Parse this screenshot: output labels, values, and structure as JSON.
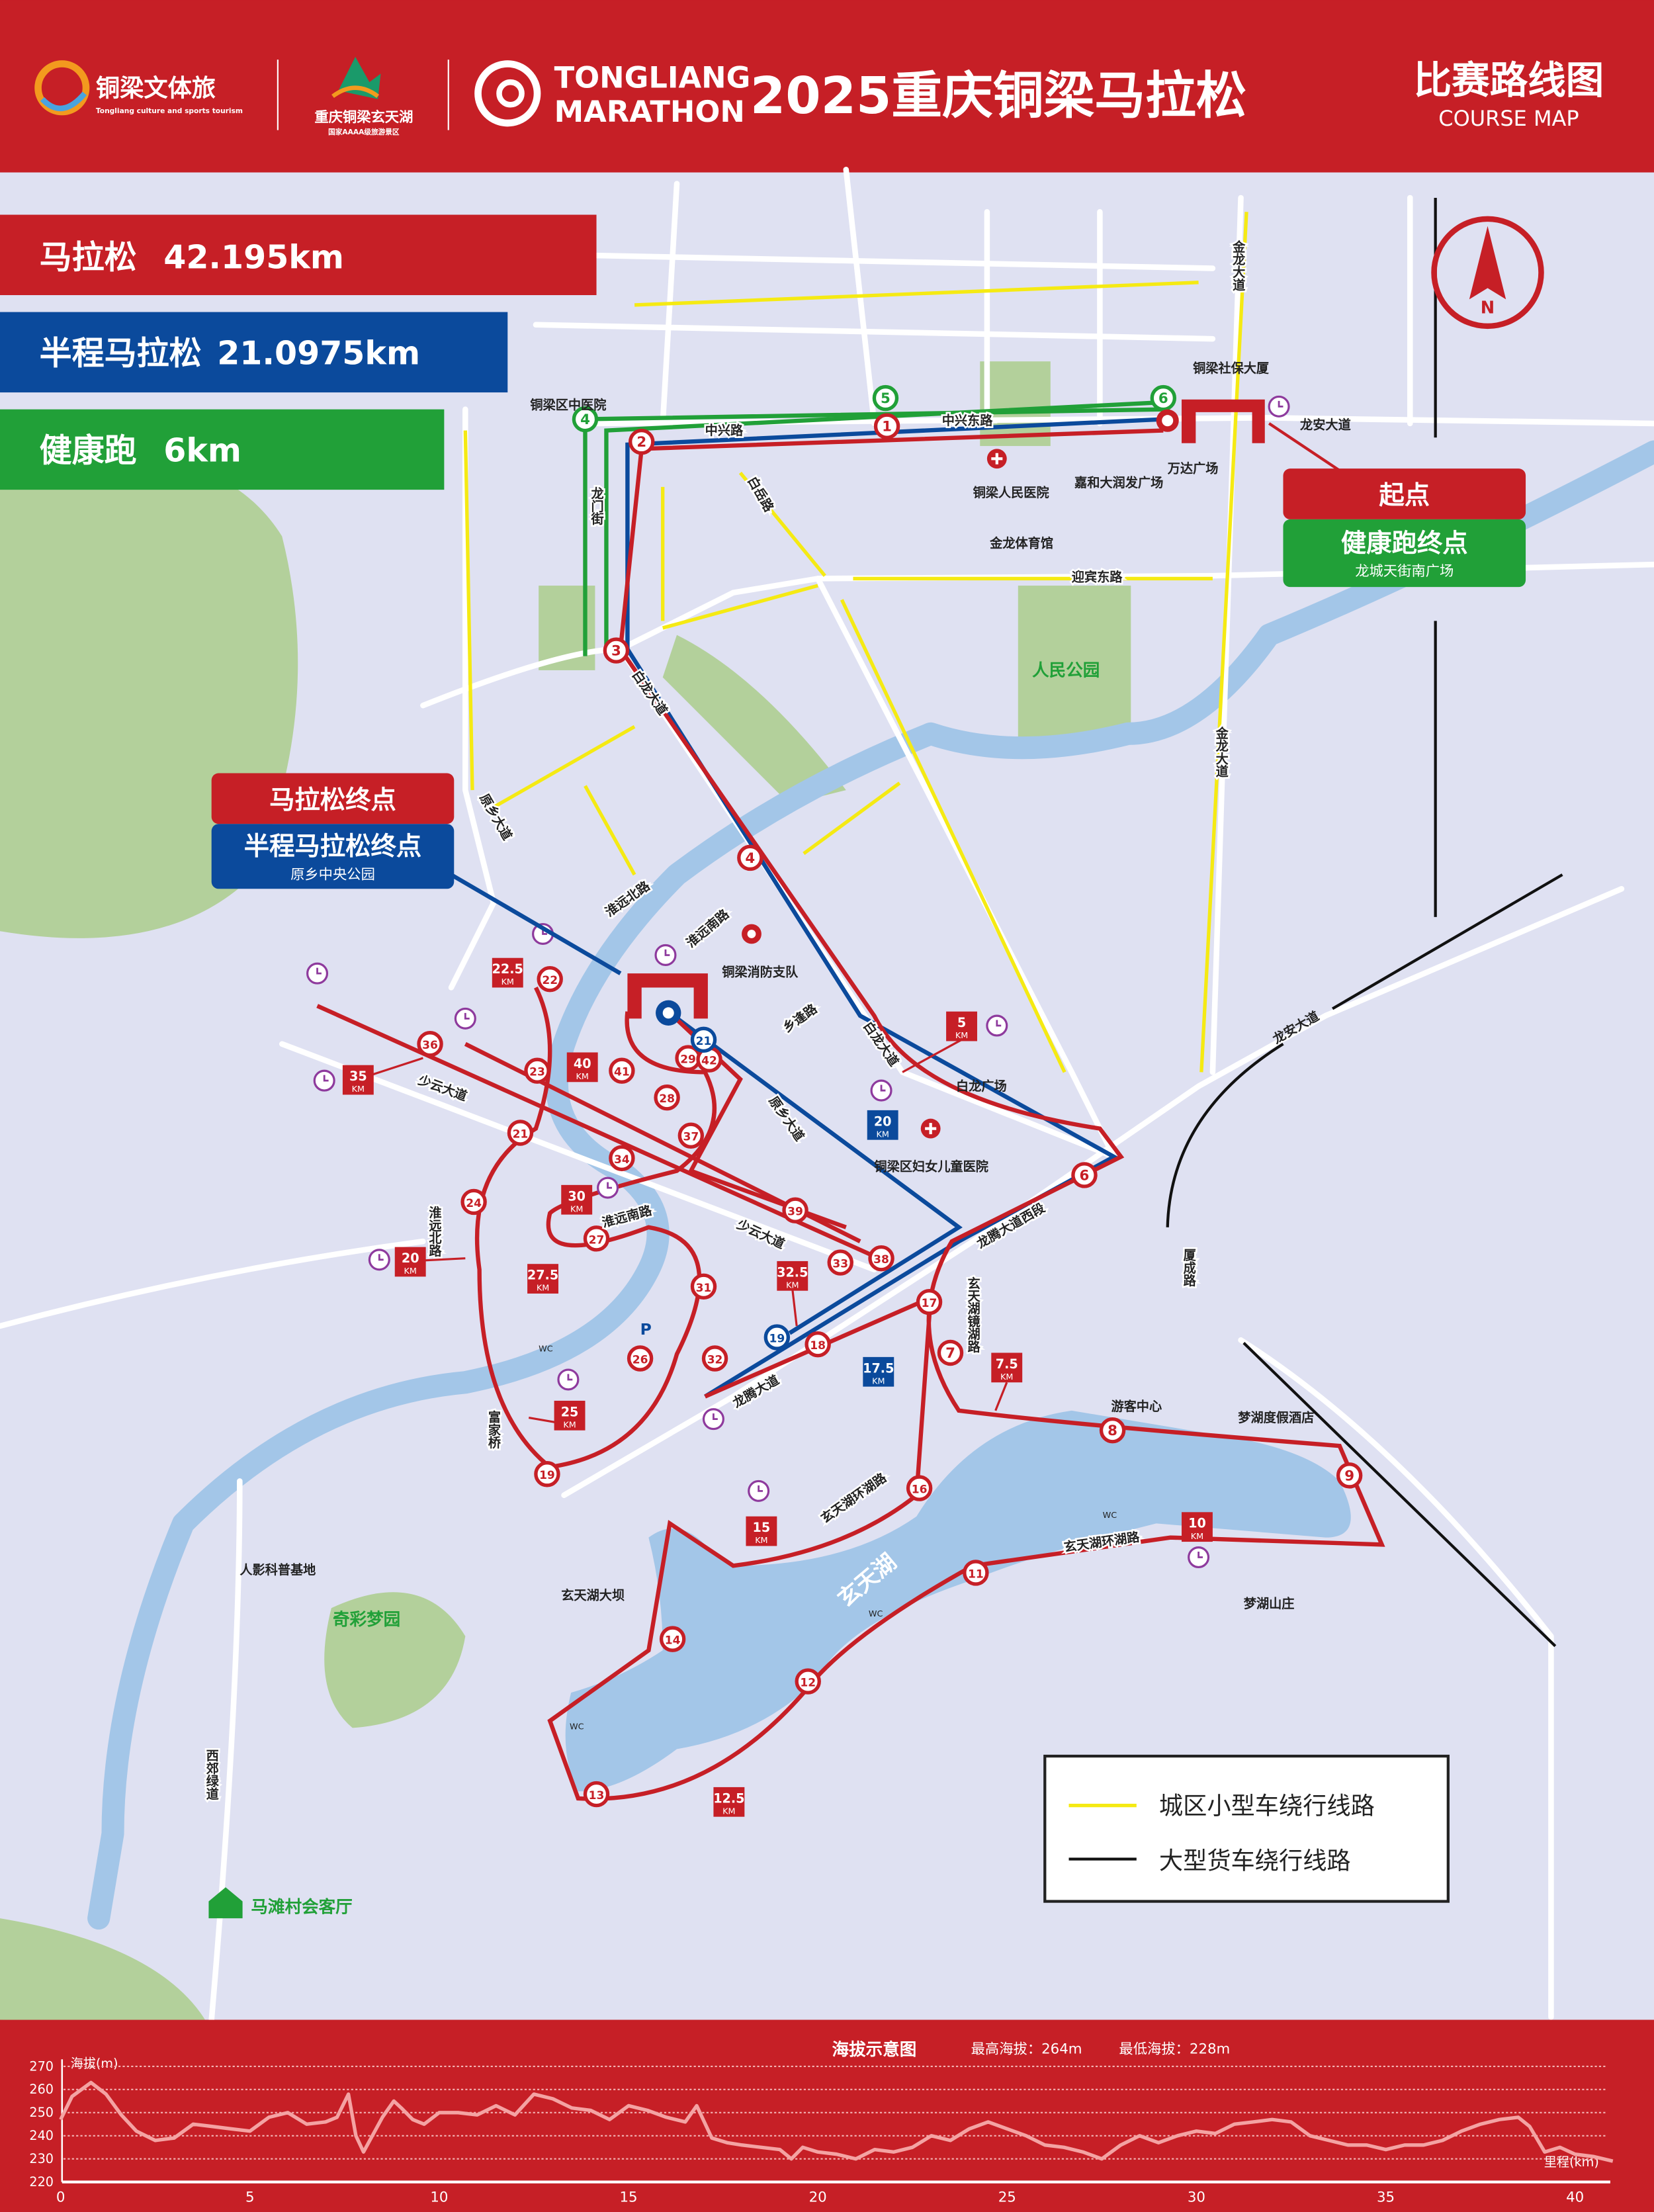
{
  "header": {
    "logo1_text": "铜梁文体旅",
    "logo1_sub": "Tongliang culture and sports tourism",
    "logo2_text": "重庆铜梁玄天湖",
    "logo2_sub": "国家AAAA级旅游景区",
    "brand_line1": "TONGLIANG",
    "brand_line2": "MARATHON",
    "title": "2025重庆铜梁马拉松",
    "map_title": "比赛路线图",
    "map_title_en": "COURSE MAP"
  },
  "distances": [
    {
      "name": "马拉松",
      "value": "42.195km",
      "color": "#c61f26"
    },
    {
      "name": "半程马拉松",
      "value": "21.0975km",
      "color": "#0b4a9c"
    },
    {
      "name": "健康跑",
      "value": "6km",
      "color": "#21a038"
    }
  ],
  "compass": {
    "letter": "N"
  },
  "callouts": {
    "start": "起点",
    "fun_finish": "健康跑终点",
    "fun_finish_place": "龙城天街南广场",
    "marathon_finish": "马拉松终点",
    "half_finish": "半程马拉松终点",
    "finish_place": "原乡中央公园"
  },
  "roads": {
    "zhongxing": "中兴路",
    "zhongxing_east": "中兴东路",
    "longmen": "龙门街",
    "bailong": "白龙大道",
    "jinlong": "金龙大道",
    "longan": "龙安大道",
    "yingbin": "迎宾东路",
    "yuanxiang": "原乡大道",
    "huaiyuan_north": "淮远北路",
    "huaiyuan_south": "淮远南路",
    "xiangfeng": "乡逢路",
    "shaoyun": "少云大道",
    "longteng_west": "龙腾大道西段",
    "longteng": "龙腾大道",
    "jinghu": "玄天湖镜湖路",
    "huanhu": "玄天湖环湖路",
    "xiacheng": "厦成路",
    "fujia": "富家桥",
    "xijiao": "西郊绿道",
    "baiyue": "白岳路"
  },
  "places": {
    "tcm_hospital": "铜梁区中医院",
    "peoples_hospital": "铜梁人民医院",
    "dunrunfa": "嘉和大润发广场",
    "wanda": "万达广场",
    "social_security": "铜梁社保大厦",
    "gym": "金龙体育馆",
    "peoples_park": "人民公园",
    "fire": "铜梁消防支队",
    "bailong_square": "白龙广场",
    "maternity": "铜梁区妇女儿童医院",
    "visitor_center": "游客中心",
    "resort": "梦湖度假酒店",
    "villa": "梦湖山庄",
    "weather_base": "人影科普基地",
    "dam": "玄天湖大坝",
    "qicai": "奇彩梦园",
    "matan": "马滩村会客厅",
    "lake": "玄天湖",
    "wc": "WC",
    "parking": "P"
  },
  "markers": {
    "marathon": [
      "1",
      "2",
      "3",
      "4",
      "6",
      "7",
      "8",
      "9",
      "11",
      "12",
      "13",
      "14",
      "16",
      "17",
      "18",
      "19",
      "21",
      "22",
      "23",
      "24",
      "26",
      "27",
      "28",
      "29",
      "31",
      "32",
      "33",
      "34",
      "36",
      "37",
      "38",
      "39",
      "41",
      "42"
    ],
    "half": [
      "19",
      "21"
    ],
    "fun": [
      "4",
      "5",
      "6"
    ],
    "km_red": [
      "5",
      "7.5",
      "10",
      "12.5",
      "15",
      "20",
      "22.5",
      "25",
      "27.5",
      "30",
      "32.5",
      "35",
      "40"
    ],
    "km_blue": [
      "17.5",
      "20"
    ],
    "km_unit": "KM"
  },
  "legend": {
    "car_detour": "城区小型车绕行线路",
    "truck_detour": "大型货车绕行线路"
  },
  "colors": {
    "red": "#c61f26",
    "blue": "#0b4a9c",
    "green": "#21a038",
    "yellow": "#f5ea13",
    "map_bg": "#dfe1f2",
    "water": "#a3c6e8",
    "park": "#b3d09b"
  },
  "chart_data": {
    "type": "line",
    "title": "海拔示意图",
    "max_label": "最高海拔：264m",
    "min_label": "最低海拔：228m",
    "ylabel": "海拔(m)",
    "xlabel": "里程(km)",
    "ylim": [
      220,
      270
    ],
    "xlim": [
      0,
      41
    ],
    "yticks": [
      "270",
      "260",
      "250",
      "240",
      "230",
      "220"
    ],
    "xticks": [
      "0",
      "5",
      "10",
      "15",
      "20",
      "25",
      "30",
      "35",
      "40"
    ],
    "grid": true,
    "x": [
      0,
      0.3,
      0.8,
      1.2,
      1.6,
      2,
      2.5,
      3,
      3.5,
      4,
      4.5,
      5,
      5.5,
      6,
      6.5,
      7,
      7.3,
      7.6,
      7.8,
      8,
      8.5,
      8.8,
      9,
      9.3,
      9.6,
      10,
      10.5,
      11,
      11.5,
      12,
      12.5,
      13,
      13.5,
      14,
      14.5,
      15,
      15.5,
      16,
      16.5,
      16.8,
      17.2,
      17.6,
      18,
      18.5,
      19,
      19.3,
      19.6,
      20,
      20.5,
      21,
      21.5,
      22,
      22.5,
      23,
      23.5,
      24,
      24.5,
      25,
      25.5,
      26,
      26.5,
      27,
      27.5,
      28,
      28.5,
      29,
      29.5,
      30,
      30.5,
      31,
      31.5,
      32,
      32.5,
      33,
      33.5,
      34,
      34.5,
      35,
      35.5,
      36,
      36.5,
      37,
      37.5,
      38,
      38.5,
      38.8,
      39.2,
      39.6,
      40,
      40.5,
      41
    ],
    "values": [
      247,
      257,
      263,
      258,
      249,
      242,
      238,
      239,
      245,
      244,
      243,
      242,
      248,
      250,
      245,
      246,
      248,
      258,
      240,
      233,
      248,
      255,
      252,
      247,
      245,
      250,
      250,
      249,
      253,
      249,
      258,
      256,
      252,
      251,
      247,
      253,
      251,
      248,
      246,
      253,
      239,
      237,
      236,
      235,
      234,
      230,
      235,
      233,
      232,
      230,
      234,
      233,
      235,
      240,
      238,
      243,
      246,
      243,
      240,
      236,
      235,
      233,
      230,
      236,
      240,
      237,
      240,
      242,
      241,
      245,
      246,
      247,
      246,
      240,
      238,
      236,
      236,
      234,
      236,
      236,
      238,
      242,
      245,
      247,
      248,
      244,
      233,
      235,
      232,
      231,
      229
    ]
  }
}
